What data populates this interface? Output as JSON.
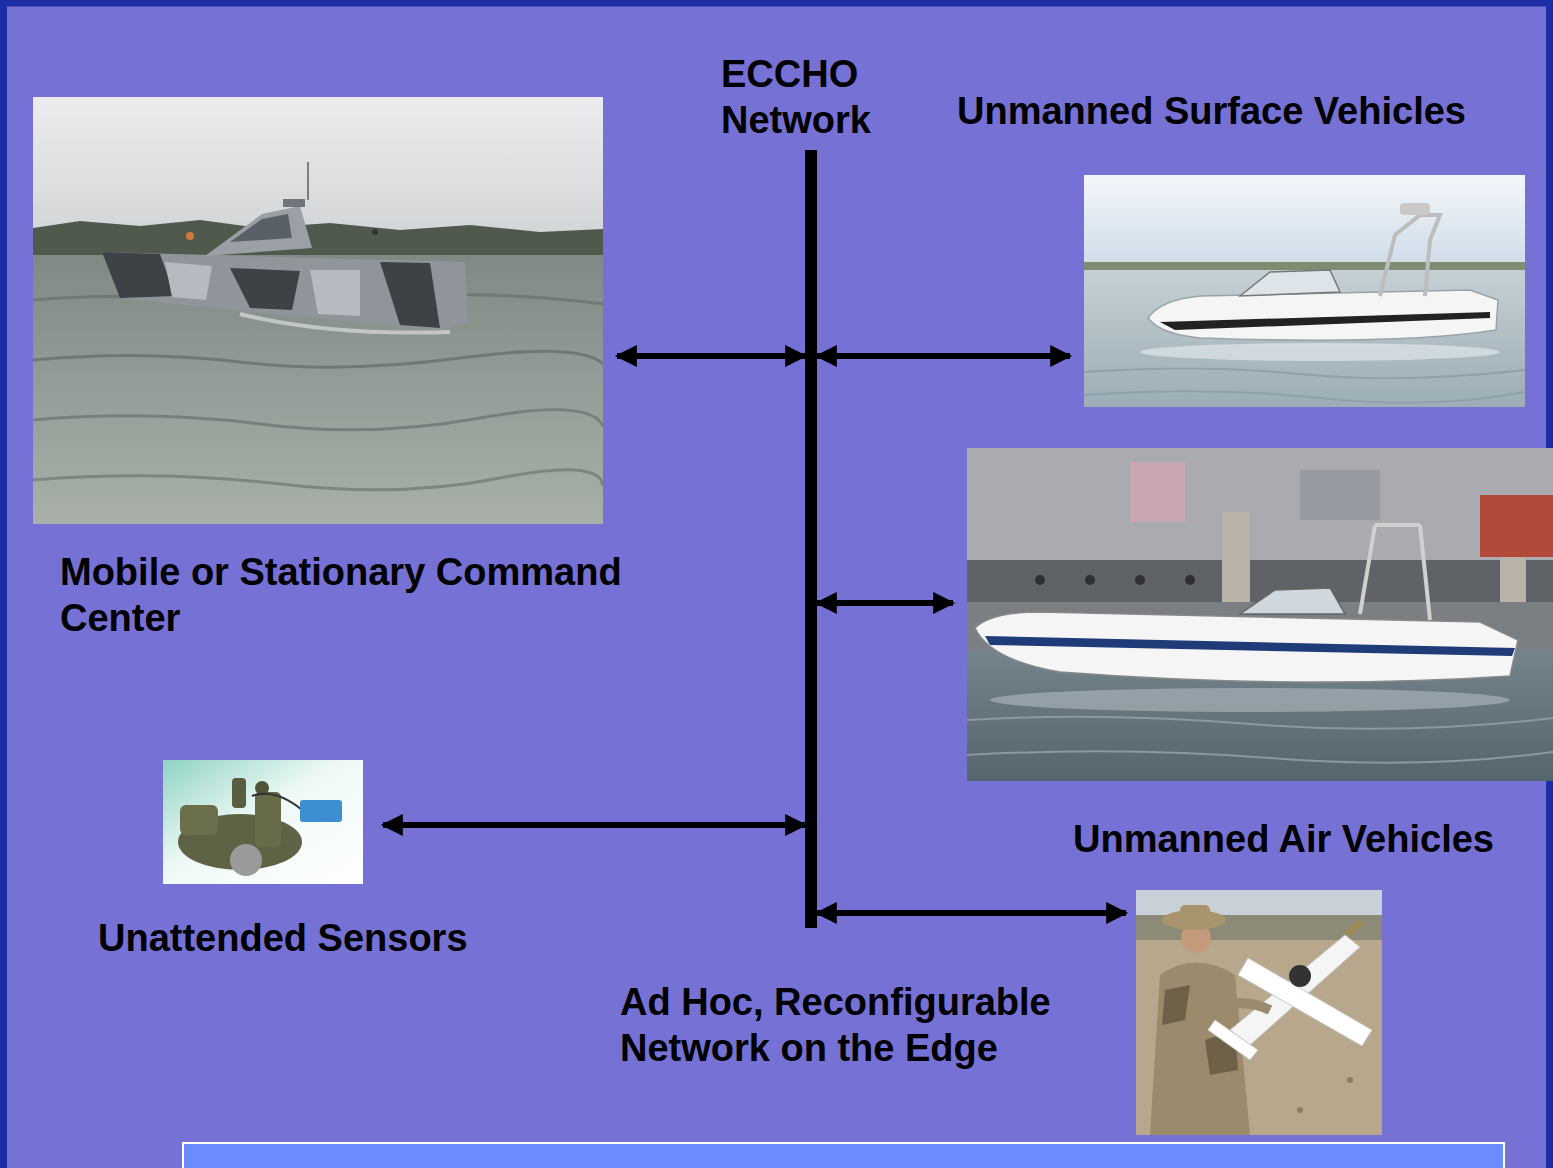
{
  "diagram": {
    "nodes": [
      {
        "text": [
          "Mobile or Stationary Command Center"
        ]
      },
      {
        "text": [
          "ECCHO Network"
        ]
      },
      {
        "text": [
          "Unmanned Surface Vehicles"
        ]
      },
      {
        "text": [
          "Unattended Sensors"
        ]
      },
      {
        "text": [
          "Unmanned Air Vehicles"
        ]
      }
    ],
    "edges": [
      {
        "from": 0,
        "to": 1,
        "arrow": "both"
      },
      {
        "from": 1,
        "to": 2,
        "arrow": "both"
      },
      {
        "from": 1,
        "to": 2,
        "arrow": "both"
      },
      {
        "from": 3,
        "to": 1,
        "arrow": "both"
      },
      {
        "from": 1,
        "to": 4,
        "arrow": "both"
      }
    ],
    "labels": [
      "Ad Hoc, Reconfigurable Network on the Edge"
    ]
  }
}
